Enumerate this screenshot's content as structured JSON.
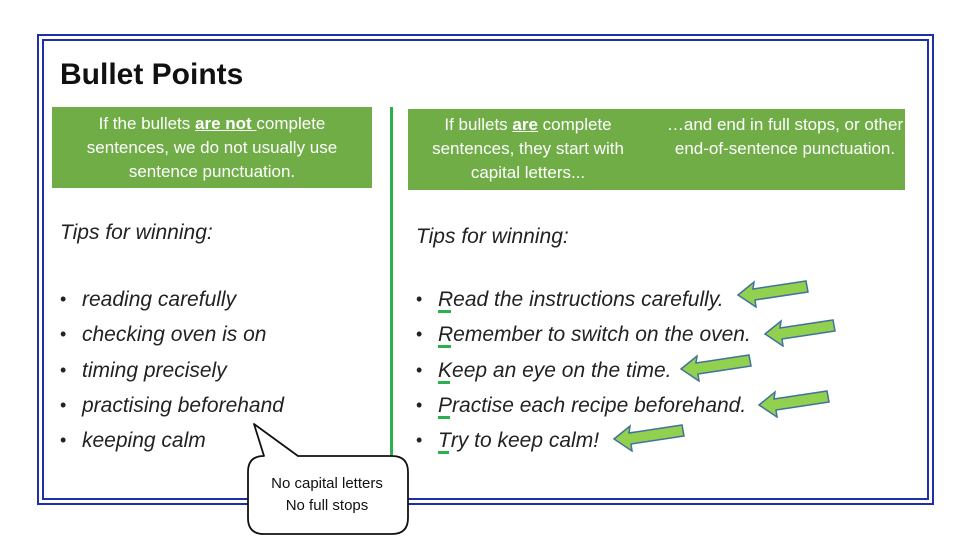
{
  "title": "Bullet Points",
  "left_box": {
    "pre": "If the bullets ",
    "emphasis": "are not ",
    "post": "complete sentences, we do not usually use sentence punctuation."
  },
  "right_box": {
    "col1_pre": "If bullets ",
    "col1_emphasis": "are",
    "col1_post": " complete sentences, they start with capital letters...",
    "col2": "…and end in full stops, or other end-of-sentence punctuation."
  },
  "left_tips_heading": "Tips for winning:",
  "left_items": [
    "reading carefully",
    "checking oven is on",
    "timing precisely",
    "practising beforehand",
    "keeping calm"
  ],
  "right_tips_heading": "Tips for winning:",
  "right_items": [
    {
      "first": "R",
      "rest": "ead the instructions carefully."
    },
    {
      "first": "R",
      "rest": "emember to switch on the oven."
    },
    {
      "first": "K",
      "rest": "eep an eye on the time."
    },
    {
      "first": "P",
      "rest": "ractise each recipe beforehand."
    },
    {
      "first": "T",
      "rest": "ry to keep calm!"
    }
  ],
  "callout": {
    "line1": "No capital letters",
    "line2": "No full stops"
  },
  "colors": {
    "frame": "#1f2fa8",
    "green_box": "#70ad47",
    "divider": "#2bb04f",
    "arrow_fill": "#92d050",
    "arrow_stroke": "#41719c"
  },
  "icons": {
    "arrow": "left-pointing-arrow-icon"
  }
}
